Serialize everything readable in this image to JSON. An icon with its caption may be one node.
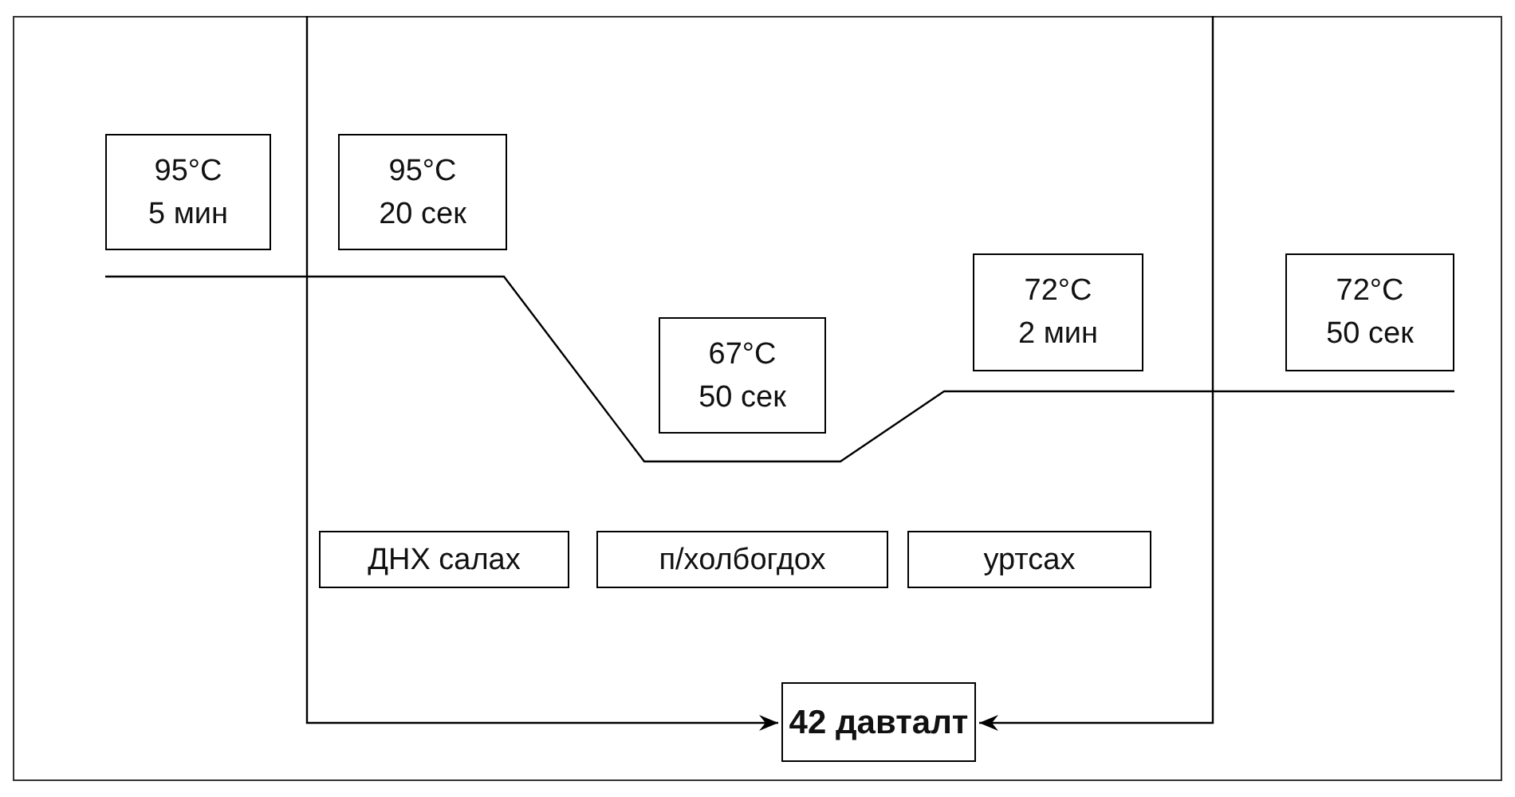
{
  "diagram": {
    "nodes": [
      {
        "text": [
          "95°C",
          "5 мин"
        ]
      },
      {
        "text": [
          "95°C",
          "20 сек"
        ]
      },
      {
        "text": [
          "67°C",
          "50 сек"
        ]
      },
      {
        "text": [
          "72°C",
          "2 мин"
        ]
      },
      {
        "text": [
          "72°C",
          "50 сек"
        ]
      },
      {
        "text": [
          "ДНХ салах"
        ]
      },
      {
        "text": [
          "п/холбогдох"
        ]
      },
      {
        "text": [
          "уртсах"
        ]
      },
      {
        "text": [
          "42 давталт"
        ]
      }
    ],
    "edges": [
      {
        "from": null,
        "to": 8,
        "arrow": "to"
      },
      {
        "from": null,
        "to": 8,
        "arrow": "to"
      }
    ]
  }
}
